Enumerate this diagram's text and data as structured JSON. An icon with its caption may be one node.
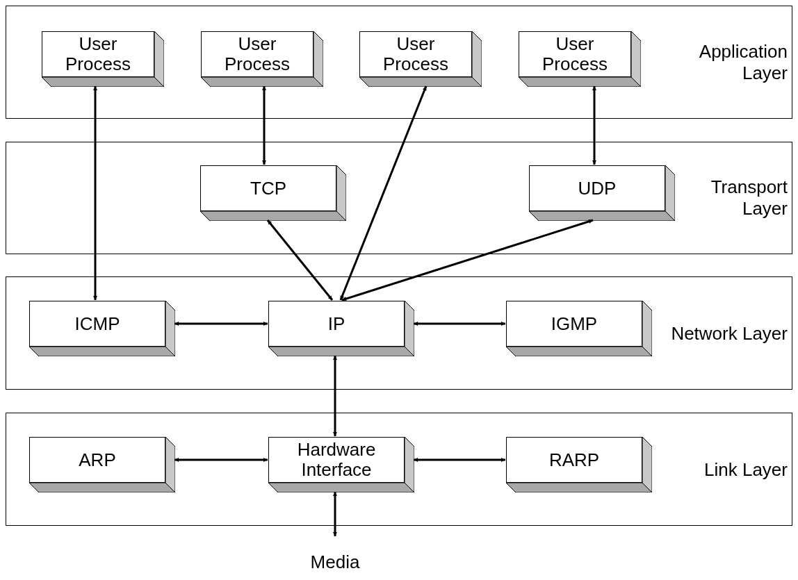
{
  "diagram": {
    "nodes": [
      {
        "text": [
          "Application Layer"
        ]
      },
      {
        "text": [
          "User Process"
        ],
        "in": 0
      },
      {
        "text": [
          "User Process"
        ],
        "in": 0
      },
      {
        "text": [
          "User Process"
        ],
        "in": 0
      },
      {
        "text": [
          "User Process"
        ],
        "in": 0
      },
      {
        "text": [
          "Transport Layer"
        ]
      },
      {
        "text": [
          "TCP"
        ],
        "in": 5
      },
      {
        "text": [
          "UDP"
        ],
        "in": 5
      },
      {
        "text": [
          "Network Layer"
        ]
      },
      {
        "text": [
          "ICMP"
        ],
        "in": 8
      },
      {
        "text": [
          "IP"
        ],
        "in": 8
      },
      {
        "text": [
          "IGMP"
        ],
        "in": 8
      },
      {
        "text": [
          "Link Layer"
        ]
      },
      {
        "text": [
          "ARP"
        ],
        "in": 12
      },
      {
        "text": [
          "Hardware Interface"
        ],
        "in": 12
      },
      {
        "text": [
          "RARP"
        ],
        "in": 12
      },
      {
        "text": [
          "Media"
        ]
      }
    ],
    "edges": [
      {
        "from": 1,
        "to": 9,
        "arrow": "both"
      },
      {
        "from": 2,
        "to": 6,
        "arrow": "both"
      },
      {
        "from": 10,
        "to": 3,
        "arrow": "both"
      },
      {
        "from": 4,
        "to": 7,
        "arrow": "both"
      },
      {
        "from": 6,
        "to": 10,
        "arrow": "both"
      },
      {
        "from": 10,
        "to": 7,
        "arrow": "both"
      },
      {
        "from": 9,
        "to": 10,
        "arrow": "both"
      },
      {
        "from": 10,
        "to": 11,
        "arrow": "both"
      },
      {
        "from": 10,
        "to": 14,
        "arrow": "both"
      },
      {
        "from": 13,
        "to": 14,
        "arrow": "both"
      },
      {
        "from": 14,
        "to": 15,
        "arrow": "both"
      },
      {
        "from": 14,
        "to": 16,
        "arrow": "both"
      }
    ]
  }
}
